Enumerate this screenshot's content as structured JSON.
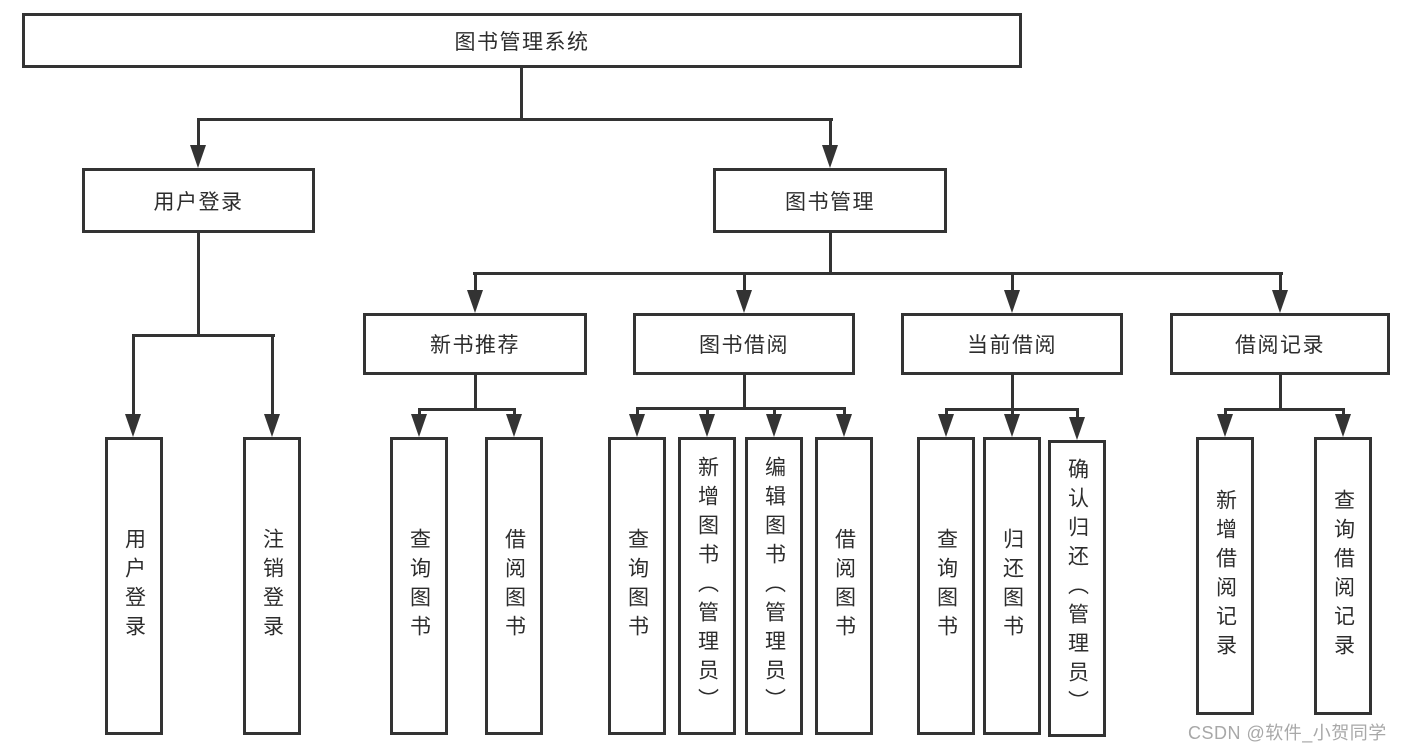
{
  "diagram": {
    "title": "图书管理系统",
    "level2": {
      "user_login": "用户登录",
      "book_mgmt": "图书管理"
    },
    "level3": {
      "new_book_rec": "新书推荐",
      "book_borrow": "图书借阅",
      "current_borrow": "当前借阅",
      "borrow_record": "借阅记录"
    },
    "leaves": {
      "user_login_v": "用户登录",
      "logout": "注销登录",
      "nb_query": "查询图书",
      "nb_borrow": "借阅图书",
      "bb_query": "查询图书",
      "bb_add": "新增图书（管理员）",
      "bb_edit": "编辑图书（管理员）",
      "bb_borrow": "借阅图书",
      "cb_query": "查询图书",
      "cb_return": "归还图书",
      "cb_confirm": "确认归还（管理员）",
      "br_add": "新增借阅记录",
      "br_query": "查询借阅记录"
    }
  },
  "watermark": "CSDN @软件_小贺同学",
  "colors": {
    "line": "#333333",
    "text": "#2d2d2d",
    "watermark": "#a8a8a8",
    "background": "#ffffff"
  }
}
